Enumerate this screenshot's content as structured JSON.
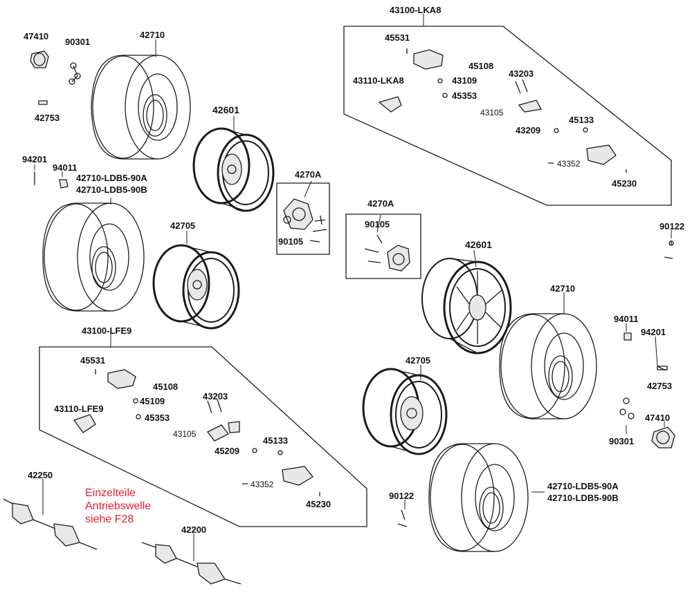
{
  "labels": {
    "p47410_tl": "47410",
    "p90301_tl": "90301",
    "p42710_tl": "42710",
    "p42753_tl": "42753",
    "p94201_tl": "94201",
    "p94011_tl": "94011",
    "p42710_ldb5_a_tl": "42710-LDB5-90A",
    "p42710_ldb5_b_tl": "42710-LDB5-90B",
    "p42601_top": "42601",
    "p42705_left": "42705",
    "p4270a_left": "4270A",
    "p90105_left": "90105",
    "p4270a_mid": "4270A",
    "p90105_mid": "90105",
    "g_lka8": "43100-LKA8",
    "lka_45531": "45531",
    "lka_45108": "45108",
    "lka_43110": "43110-LKA8",
    "lka_43109": "43109",
    "lka_45353": "45353",
    "lka_43203": "43203",
    "lka_43105": "43105",
    "lka_43209": "43209",
    "lka_45133": "45133",
    "lka_43352": "43352",
    "lka_45230": "45230",
    "p90122_r": "90122",
    "p42601_right": "42601",
    "p42710_right": "42710",
    "p94011_r": "94011",
    "p94201_r": "94201",
    "p42753_r": "42753",
    "p42705_right": "42705",
    "p47410_r": "47410",
    "p90301_r": "90301",
    "g_lfe9": "43100-LFE9",
    "lfe_45531": "45531",
    "lfe_45108": "45108",
    "lfe_43110": "43110-LFE9",
    "lfe_45109": "45109",
    "lfe_45353": "45353",
    "lfe_43203": "43203",
    "lfe_43105": "43105",
    "lfe_45133": "45133",
    "lfe_45209": "45209",
    "lfe_43352": "43352",
    "lfe_45230": "45230",
    "p42250": "42250",
    "p42200": "42200",
    "p90122_b": "90122",
    "p42710_ldb5_a_br": "42710-LDB5-90A",
    "p42710_ldb5_b_br": "42710-LDB5-90B"
  },
  "note": {
    "lines": [
      "Einzelteile",
      "Antriebswelle",
      "siehe F28"
    ],
    "color": "#e0202e"
  },
  "colors": {
    "ink": "#1a1a1a",
    "part_fill": "#e8e8e8"
  }
}
